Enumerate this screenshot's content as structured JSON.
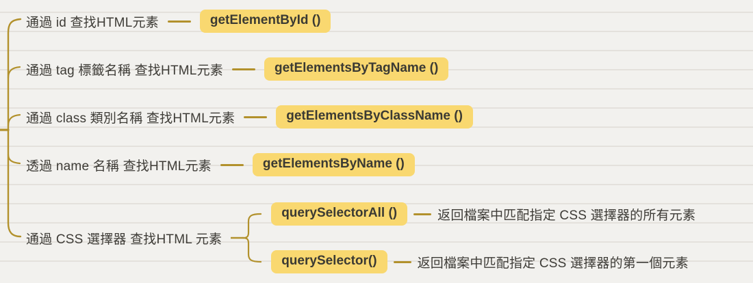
{
  "colors": {
    "bg": "#f2f1ee",
    "rule": "#e4e1dc",
    "line": "#b2912c",
    "highlight": "#f9d870",
    "text": "#3e3c37"
  },
  "branches": [
    {
      "label": "通過 id 查找HTML元素",
      "method": "getElementById ()"
    },
    {
      "label": "通過 tag 標籤名稱 查找HTML元素",
      "method": "getElementsByTagName ()"
    },
    {
      "label": "通過 class 類別名稱 查找HTML元素",
      "method": "getElementsByClassName ()"
    },
    {
      "label": "透過 name 名稱 查找HTML元素",
      "method": "getElementsByName ()"
    },
    {
      "label": "通過 CSS 選擇器 查找HTML 元素",
      "children": [
        {
          "method": "querySelectorAll ()",
          "desc": "返回檔案中匹配指定 CSS 選擇器的所有元素"
        },
        {
          "method": "querySelector()",
          "desc": "返回檔案中匹配指定 CSS 選擇器的第一個元素"
        }
      ]
    }
  ]
}
